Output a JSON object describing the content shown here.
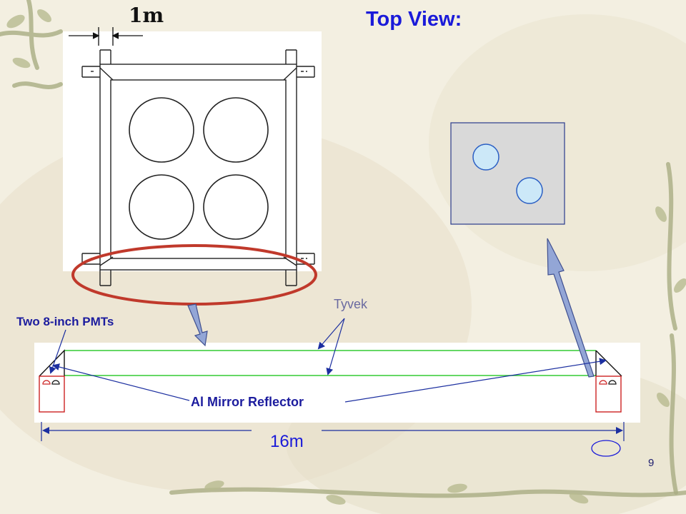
{
  "slide": {
    "title": "Top View:",
    "page_number": "9"
  },
  "labels": {
    "scale_1m": "1m",
    "tyvek": "Tyvek",
    "pmts": "Two 8-inch PMTs",
    "mirror": "Al Mirror Reflector",
    "length": "16m"
  },
  "colors": {
    "title": "#1a1ad9",
    "label_blue": "#1c1c9e",
    "tyvek_gray": "#6a6aa0",
    "tube_green": "#33cc33",
    "highlight_ellipse": "#c0392b",
    "pmt_red": "#cc2222",
    "panel_fill": "#d9d9d9",
    "pmt_circle_fill": "#cce8f8",
    "pointer_arrow": "#93a6d6"
  }
}
